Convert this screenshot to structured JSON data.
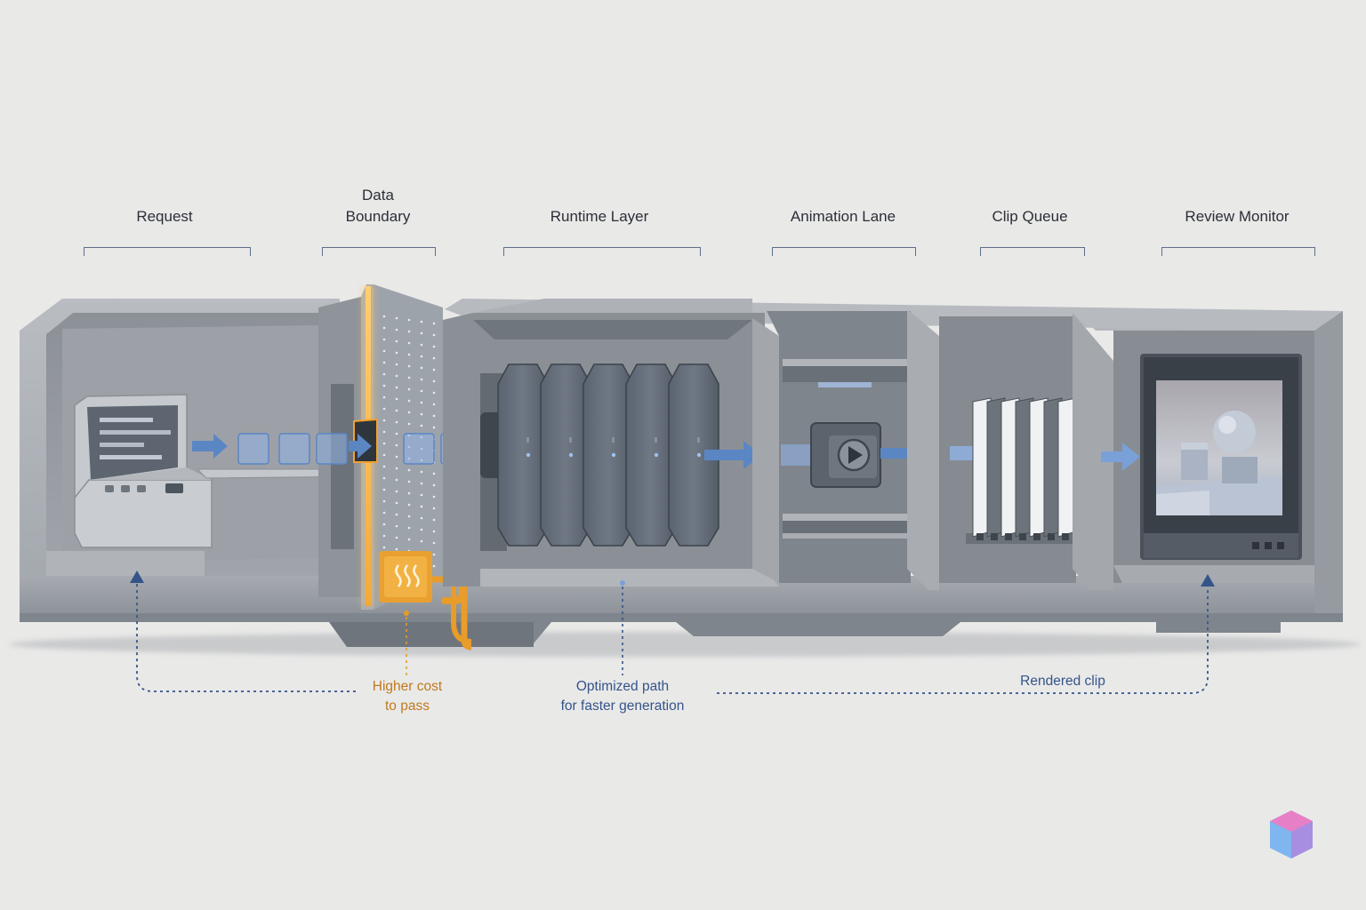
{
  "stages": [
    {
      "label_line1": "Request",
      "label_line2": ""
    },
    {
      "label_line1": "Data",
      "label_line2": "Boundary"
    },
    {
      "label_line1": "Runtime Layer",
      "label_line2": ""
    },
    {
      "label_line1": "Animation Lane",
      "label_line2": ""
    },
    {
      "label_line1": "Clip Queue",
      "label_line2": ""
    },
    {
      "label_line1": "Review Monitor",
      "label_line2": ""
    }
  ],
  "annotations": {
    "cost": {
      "line1": "Higher cost",
      "line2": "to pass"
    },
    "path": {
      "line1": "Optimized path",
      "line2": "for faster generation"
    },
    "clip": {
      "line1": "Rendered clip"
    }
  },
  "icons": [
    "terminal-icon",
    "heat-icon",
    "play-icon",
    "monitor-icon",
    "logo-cube-icon"
  ],
  "colors": {
    "background": "#e9e9e8",
    "concrete": "#9da2a8",
    "accent_orange": "#e59c2a",
    "accent_blue": "#5b86c4",
    "label_text": "#2b2f36",
    "annotation_blue": "#35548a",
    "annotation_orange": "#c17a1c"
  }
}
